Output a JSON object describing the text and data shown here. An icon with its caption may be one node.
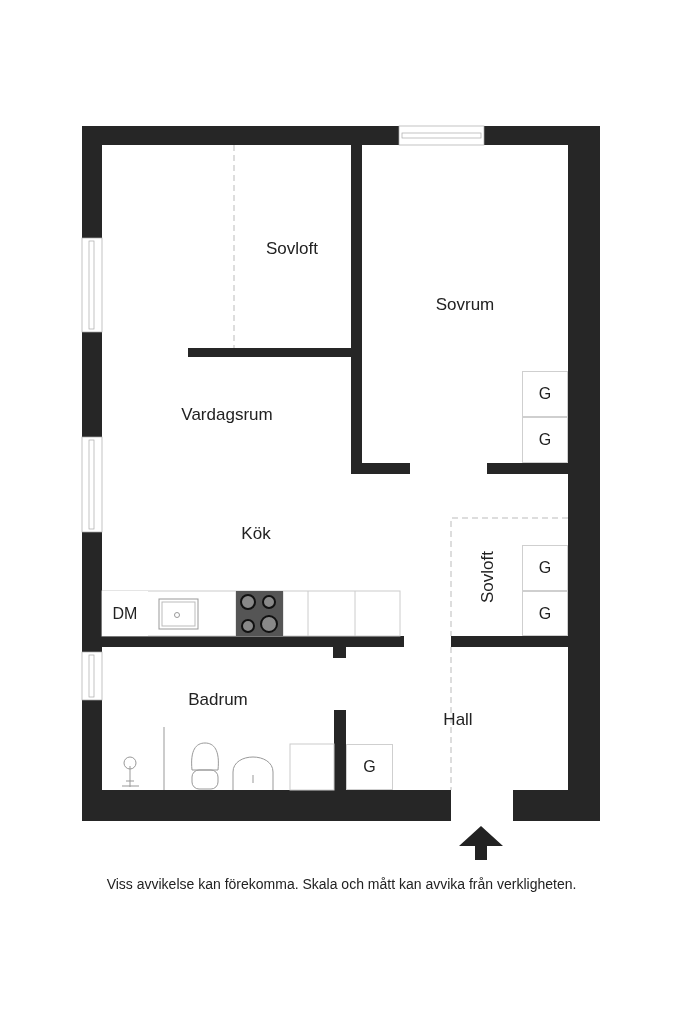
{
  "diagram": {
    "caption": "Viss avvikelse kan förekomma. Skala och mått kan avvika från verkligheten.",
    "nodes": [
      {
        "text": [
          "G"
        ]
      },
      {
        "text": [
          "G"
        ]
      },
      {
        "text": [
          "G"
        ]
      },
      {
        "text": [
          "DM"
        ]
      },
      {
        "text": [
          "G"
        ]
      },
      {
        "text": [
          "G"
        ]
      }
    ],
    "edges": [],
    "labels": [
      "Sovloft",
      "Sovrum",
      "Vardagsrum",
      "Kök",
      "Sovloft",
      "Badrum",
      "Hall"
    ]
  }
}
